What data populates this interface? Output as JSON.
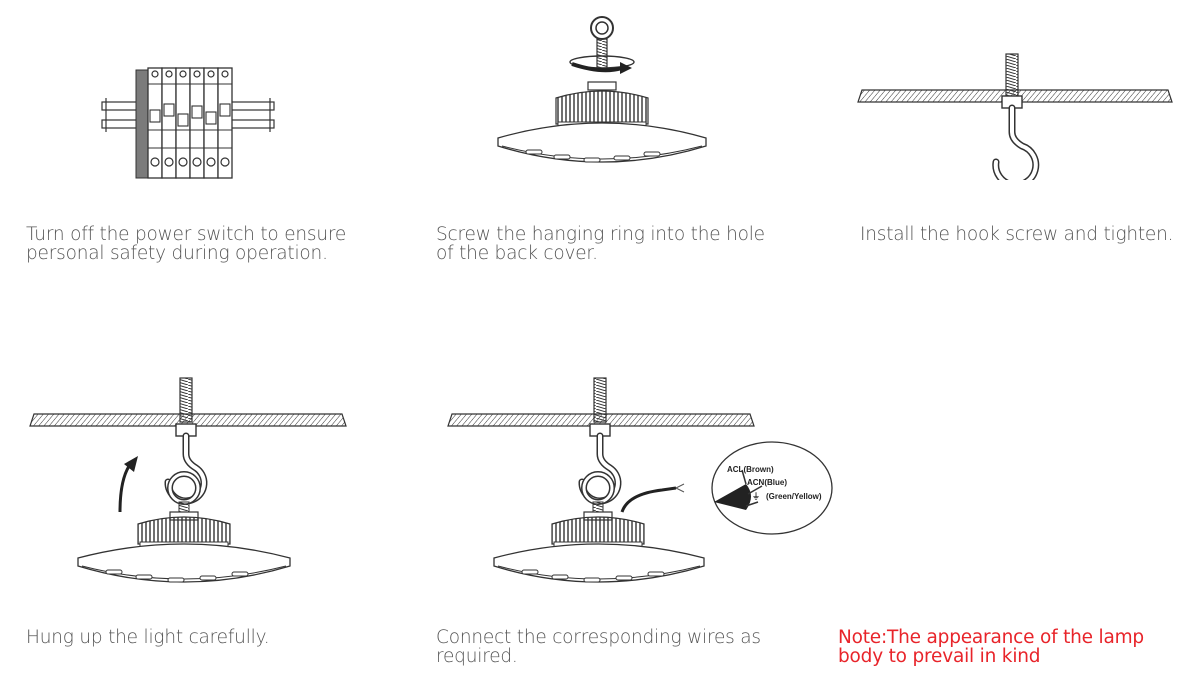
{
  "steps": [
    {
      "caption": "Turn off the power switch to ensure personal safety during operation."
    },
    {
      "caption": "Screw the hanging ring into the hole of the back cover."
    },
    {
      "caption": "Install the hook screw and tighten."
    },
    {
      "caption": "Hung up the light carefully."
    },
    {
      "caption": "Connect the corresponding wires as required."
    }
  ],
  "wires": {
    "acl": "ACL(Brown)",
    "acn": "ACN(Blue)",
    "ground_symbol": "⏚",
    "ground": "(Green/Yellow)"
  },
  "note": {
    "text": "Note:The appearance of the lamp body to prevail in kind",
    "color": "#e8242a"
  },
  "colors": {
    "line": "#333333",
    "caption": "#555555"
  }
}
